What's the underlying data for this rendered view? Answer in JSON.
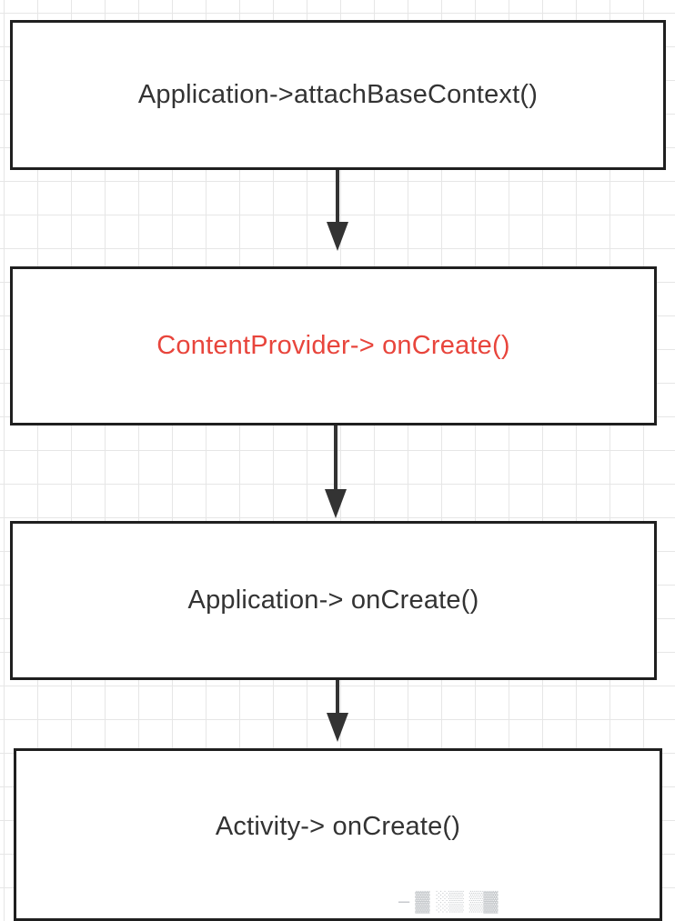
{
  "flow": {
    "steps": [
      {
        "label": "Application->attachBaseContext()",
        "color": "#333333"
      },
      {
        "label": "ContentProvider-> onCreate()",
        "color": "#e8453c"
      },
      {
        "label": "Application-> onCreate()",
        "color": "#333333"
      },
      {
        "label": "Activity-> onCreate()",
        "color": "#333333"
      }
    ],
    "connector": "down-arrow"
  }
}
